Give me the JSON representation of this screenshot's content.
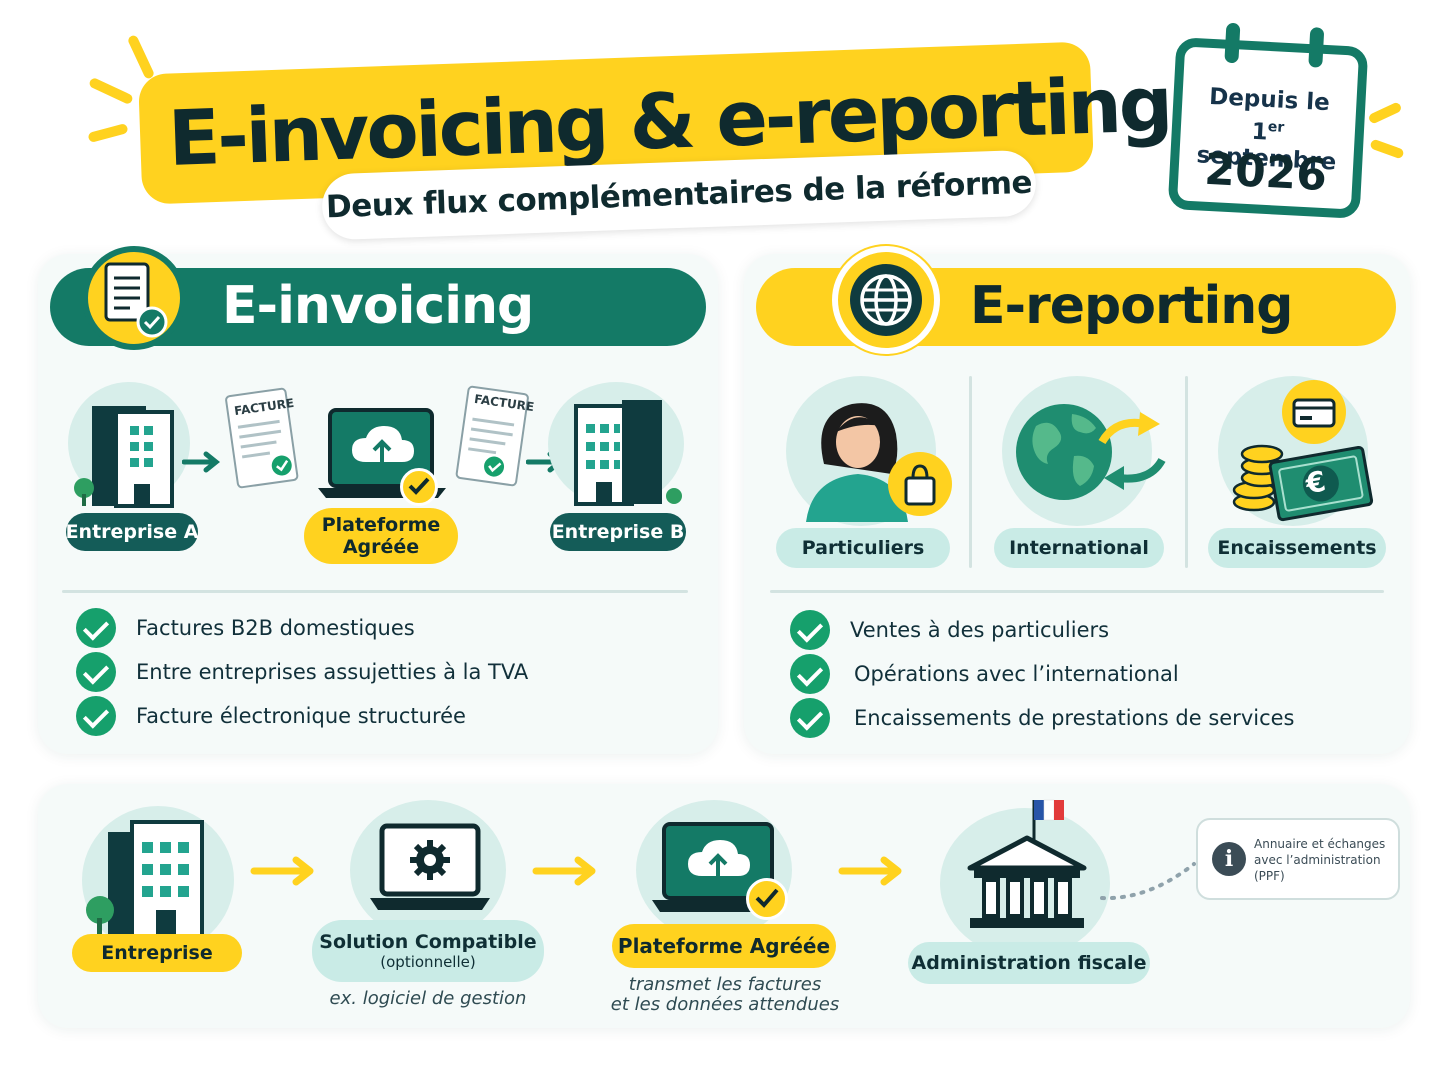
{
  "header": {
    "title": "E-invoicing & e-reporting",
    "subtitle": "Deux flux complémentaires de la réforme"
  },
  "calendar": {
    "line1": "Depuis le",
    "line2_prefix": "1",
    "line2_sup": "er",
    "line2_suffix": " septembre",
    "year": "2026"
  },
  "einvoicing": {
    "title": "E-invoicing",
    "flow": {
      "entreprise_a": "Entreprise A",
      "plateforme": "Plateforme\nAgréée",
      "entreprise_b": "Entreprise B",
      "doc_label": "FACTURE"
    },
    "bullets": [
      "Factures B2B domestiques",
      "Entre entreprises assujetties à la TVA",
      "Facture électronique structurée"
    ]
  },
  "ereporting": {
    "title": "E-reporting",
    "categories": [
      "Particuliers",
      "International",
      "Encaissements"
    ],
    "bullets": [
      "Ventes à des particuliers",
      "Opérations avec l’international",
      "Encaissements de prestations de services"
    ]
  },
  "bottom_flow": {
    "entreprise": "Entreprise",
    "solution": "Solution Compatible",
    "solution_sub": "(optionnelle)",
    "solution_note": "ex. logiciel de gestion",
    "plateforme": "Plateforme Agréée",
    "plateforme_note_1": "transmet les factures",
    "plateforme_note_2": "et les données attendues",
    "administration": "Administration fiscale",
    "info": "Annuaire et échanges avec l’administration (PPF)",
    "currency_symbol": "€"
  },
  "colors": {
    "teal_dark": "#145c58",
    "teal": "#147a66",
    "yellow": "#ffd21f",
    "mint": "#c9ebe6",
    "green_check": "#16a06c"
  }
}
